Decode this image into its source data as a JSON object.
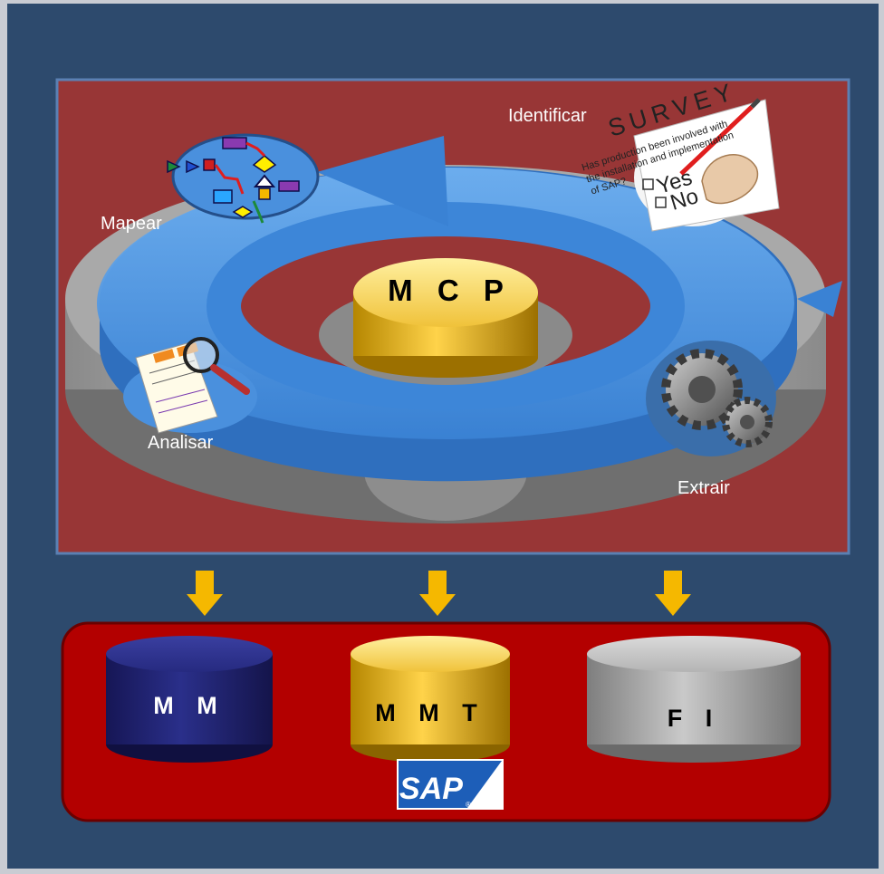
{
  "diagram": {
    "center_label": "M C P",
    "phases": [
      {
        "id": "identificar",
        "label": "Identificar"
      },
      {
        "id": "mapear",
        "label": "Mapear"
      },
      {
        "id": "analisar",
        "label": "Analisar"
      },
      {
        "id": "extrair",
        "label": "Extrair"
      }
    ],
    "modules": [
      {
        "id": "mm",
        "label": "M M",
        "color": "#22236e"
      },
      {
        "id": "mmt",
        "label": "M M T",
        "color": "#d9a400"
      },
      {
        "id": "fi",
        "label": "F I",
        "color": "#a3a3a3"
      }
    ],
    "logo": "SAP",
    "survey": {
      "title": "SURVEY",
      "question_lines": [
        "Has production been involved with",
        "the installation and implementation",
        "of SAP?"
      ],
      "options": [
        "Yes",
        "No"
      ]
    }
  },
  "colors": {
    "slide_bg": "#2d4a6d",
    "top_panel": "#983636",
    "bottom_panel": "#b30000",
    "ring_blue": "#4a90dd",
    "arrow": "#f5b800"
  }
}
